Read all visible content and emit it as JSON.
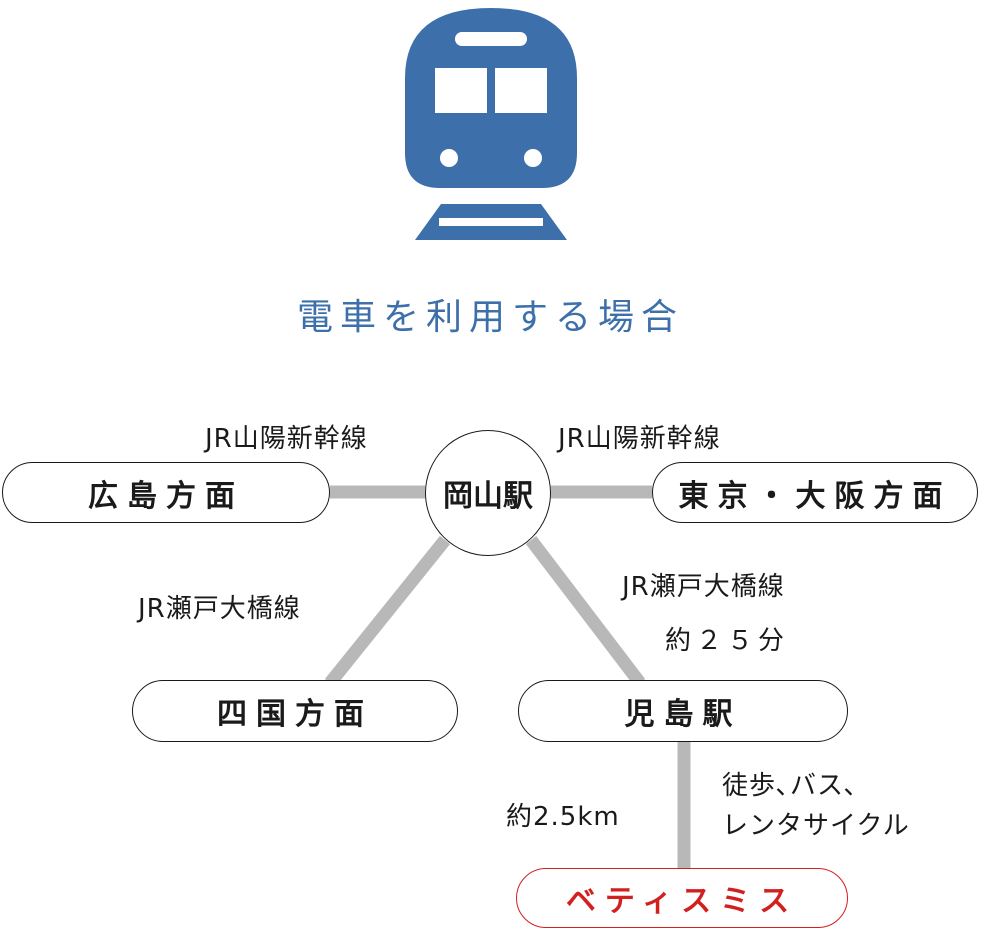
{
  "heading": "電車を利用する場合",
  "colors": {
    "accent": "#3d6faa",
    "line": "#b8b8b8",
    "destination": "#d41f1f"
  },
  "icon": "train-icon",
  "hub": "岡山駅",
  "places": {
    "hiroshima": "広島方面",
    "tokyo_osaka": "東京・大阪方面",
    "shikoku": "四国方面",
    "kojima": "児島駅",
    "destination": "ベティスミス"
  },
  "routes": {
    "sanyo_left": "JR山陽新幹線",
    "sanyo_right": "JR山陽新幹線",
    "seto_left": "JR瀬戸大橋線",
    "seto_right": "JR瀬戸大橋線",
    "time_kojima": "約２５分",
    "distance": "約2.5km",
    "access_line1": "徒歩､バス､",
    "access_line2": "レンタサイクル"
  }
}
